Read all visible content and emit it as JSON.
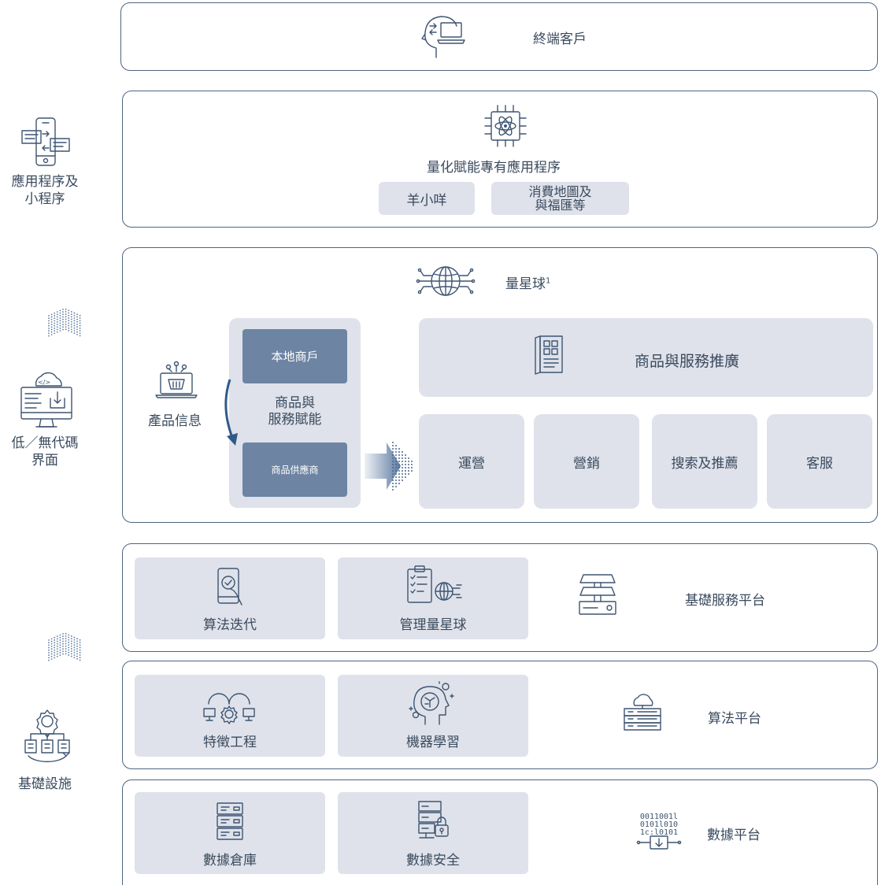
{
  "left": {
    "apps": "應用程序及\n小程序",
    "lowcode": "低／無代碼\n界面",
    "infra": "基礎設施"
  },
  "terminal": {
    "label": "終端客戶"
  },
  "apps_panel": {
    "title": "量化賦能專有應用程序",
    "chip1": "羊小咩",
    "chip2": "消費地圖及\n與福匯等"
  },
  "liangxingqiu": {
    "title": "量星球",
    "sup": "1",
    "product_info": "產品信息",
    "local_merchant": "本地商戶",
    "empower": "商品與\n服務賦能",
    "supplier": "商品供應商",
    "promo": "商品與服務推廣",
    "ops": "運營",
    "marketing": "營銷",
    "search": "搜索及推薦",
    "service": "客服"
  },
  "basic": {
    "algo_iter": "算法迭代",
    "manage": "管理量星球",
    "title": "基礎服務平台"
  },
  "algo": {
    "feature": "特徵工程",
    "ml": "機器學習",
    "title": "算法平台"
  },
  "data": {
    "warehouse": "數據倉庫",
    "security": "數據安全",
    "title": "數據平台"
  }
}
